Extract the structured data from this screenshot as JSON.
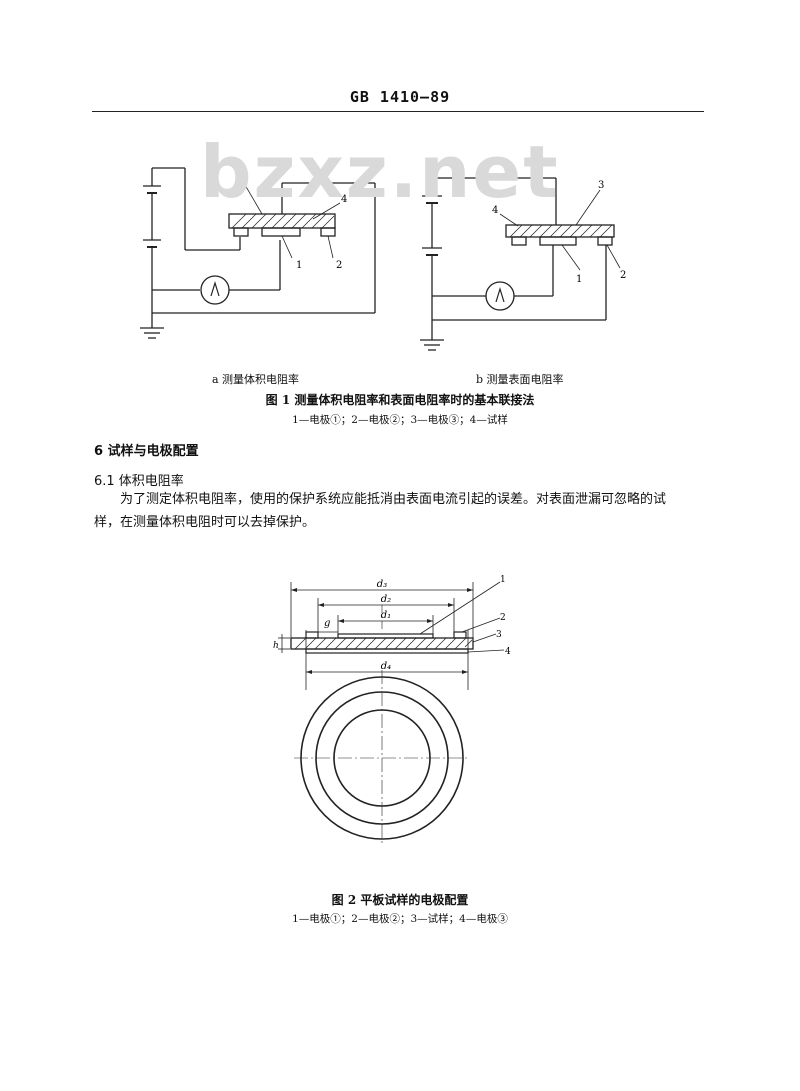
{
  "header": {
    "standard": "GB 1410—89"
  },
  "watermark": {
    "text": "bzxz.net"
  },
  "figure1": {
    "sub_a": "a   测量体积电阻率",
    "sub_b": "b   测量表面电阻率",
    "caption": "图 1   测量体积电阻率和表面电阻率时的基本联接法",
    "legend": "1—电极①；2—电极②；3—电极③；4—试样",
    "labels": {
      "n1": "1",
      "n2": "2",
      "n3": "3",
      "n4": "4"
    }
  },
  "section6": {
    "heading": "6   试样与电极配置",
    "sub_heading": "6.1   体积电阻率",
    "line1": "为了测定体积电阻率，使用的保护系统应能抵消由表面电流引起的误差。对表面泄漏可忽略的试",
    "line2": "样，在测量体积电阻时可以去掉保护。"
  },
  "figure2": {
    "labels": {
      "d1": "d₁",
      "d2": "d₂",
      "d3": "d₃",
      "d4": "d₄",
      "g": "g",
      "h": "h",
      "n1": "1",
      "n2": "2",
      "n3": "3",
      "n4": "4"
    },
    "caption": "图 2   平板试样的电极配置",
    "legend": "1—电极①；2—电极②；3—试样；4—电极③"
  }
}
